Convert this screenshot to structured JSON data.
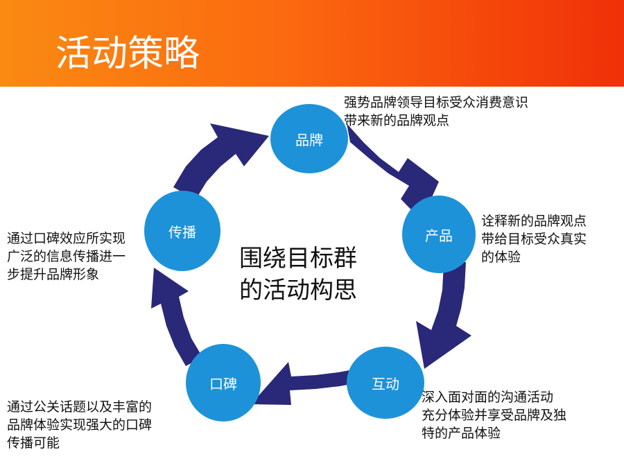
{
  "header": {
    "title": "活动策略",
    "gradient": [
      "#f98a12",
      "#f03008"
    ]
  },
  "colors": {
    "arrow": "#2a2878",
    "node": "#1e92d8"
  },
  "diagram": {
    "center_lines": [
      "围绕目标群",
      "的活动构思"
    ],
    "nodes": [
      {
        "label": "品牌",
        "desc": [
          "强势品牌领导目标受众消费意识",
          "带来新的品牌观点"
        ]
      },
      {
        "label": "产品",
        "desc": [
          "诠释新的品牌观点",
          "带给目标受众真实",
          "的体验"
        ]
      },
      {
        "label": "互动",
        "desc": [
          "深入面对面的沟通活动",
          "充分体验并享受品牌及独",
          "特的产品体验"
        ]
      },
      {
        "label": "口碑",
        "desc": [
          "通过公关话题以及丰富的",
          "品牌体验实现强大的口碑",
          "传播可能"
        ]
      },
      {
        "label": "传播",
        "desc": [
          "通过口碑效应所实现",
          "广泛的信息传播进一",
          "步提升品牌形象"
        ]
      }
    ]
  }
}
